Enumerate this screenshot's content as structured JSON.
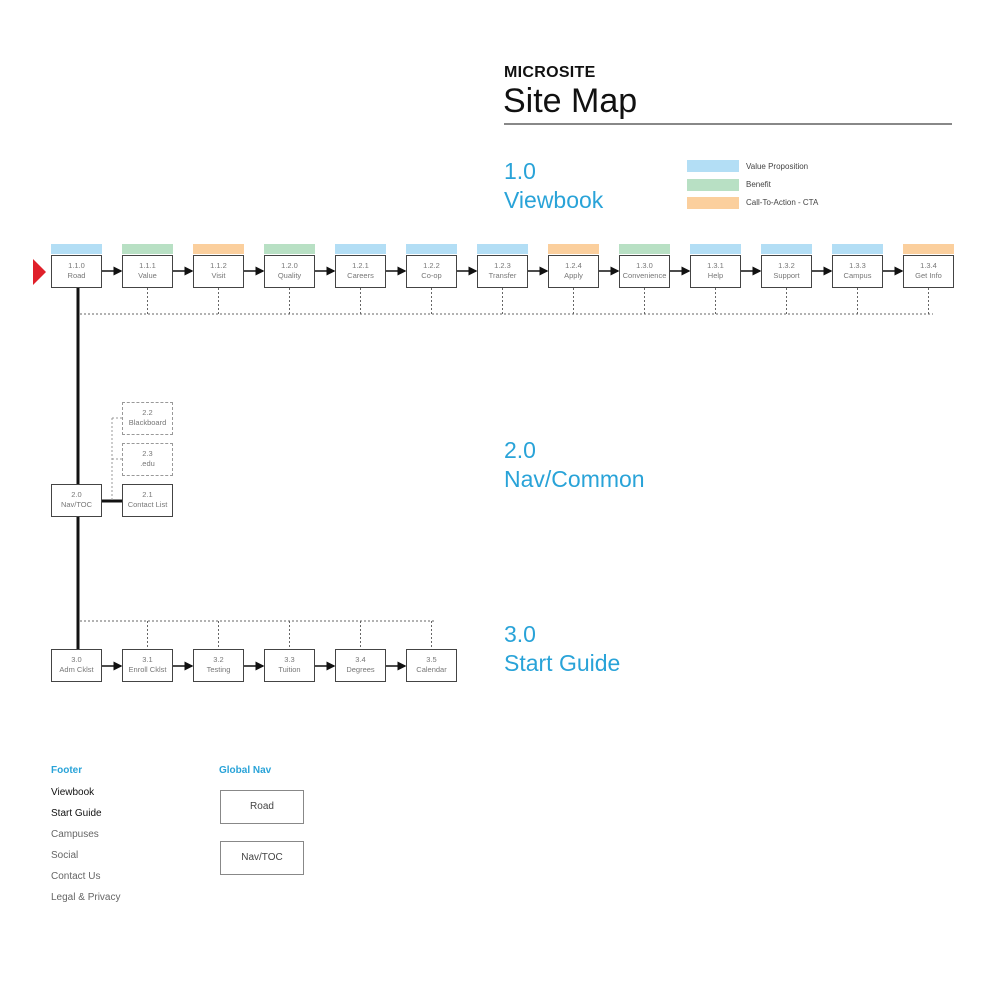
{
  "header": {
    "kicker": "MICROSITE",
    "title": "Site Map"
  },
  "colors": {
    "value": "#b3def5",
    "benefit": "#b8e0c4",
    "cta": "#fbcf9d",
    "accent": "#29a3d8",
    "start": "#e0202a"
  },
  "legend": [
    {
      "label": "Value Proposition",
      "kind": "value"
    },
    {
      "label": "Benefit",
      "kind": "benefit"
    },
    {
      "label": "Call-To-Action - CTA",
      "kind": "cta"
    }
  ],
  "sections": [
    {
      "num": "1.0",
      "name": "Viewbook"
    },
    {
      "num": "2.0",
      "name": "Nav/Common"
    },
    {
      "num": "3.0",
      "name": "Start Guide"
    }
  ],
  "viewbook_nodes": [
    {
      "id": "1.1.0",
      "label": "Road",
      "kind": "value"
    },
    {
      "id": "1.1.1",
      "label": "Value",
      "kind": "benefit"
    },
    {
      "id": "1.1.2",
      "label": "Visit",
      "kind": "cta"
    },
    {
      "id": "1.2.0",
      "label": "Quality",
      "kind": "benefit"
    },
    {
      "id": "1.2.1",
      "label": "Careers",
      "kind": "value"
    },
    {
      "id": "1.2.2",
      "label": "Co-op",
      "kind": "value"
    },
    {
      "id": "1.2.3",
      "label": "Transfer",
      "kind": "value"
    },
    {
      "id": "1.2.4",
      "label": "Apply",
      "kind": "cta"
    },
    {
      "id": "1.3.0",
      "label": "Convenience",
      "kind": "benefit"
    },
    {
      "id": "1.3.1",
      "label": "Help",
      "kind": "value"
    },
    {
      "id": "1.3.2",
      "label": "Support",
      "kind": "value"
    },
    {
      "id": "1.3.3",
      "label": "Campus",
      "kind": "value"
    },
    {
      "id": "1.3.4",
      "label": "Get Info",
      "kind": "cta"
    }
  ],
  "nav_nodes": [
    {
      "id": "2.0",
      "label": "Nav/TOC"
    },
    {
      "id": "2.1",
      "label": "Contact List"
    },
    {
      "id": "2.2",
      "label": "Blackboard"
    },
    {
      "id": "2.3",
      "label": ".edu"
    }
  ],
  "guide_nodes": [
    {
      "id": "3.0",
      "label": "Adm Cklst"
    },
    {
      "id": "3.1",
      "label": "Enroll Cklst"
    },
    {
      "id": "3.2",
      "label": "Testing"
    },
    {
      "id": "3.3",
      "label": "Tuition"
    },
    {
      "id": "3.4",
      "label": "Degrees"
    },
    {
      "id": "3.5",
      "label": "Calendar"
    }
  ],
  "footer": {
    "heading": "Footer",
    "items": [
      "Viewbook",
      "Start Guide",
      "Campuses",
      "Social",
      "Contact Us",
      "Legal & Privacy"
    ]
  },
  "global_nav": {
    "heading": "Global Nav",
    "items": [
      "Road",
      "Nav/TOC"
    ]
  }
}
